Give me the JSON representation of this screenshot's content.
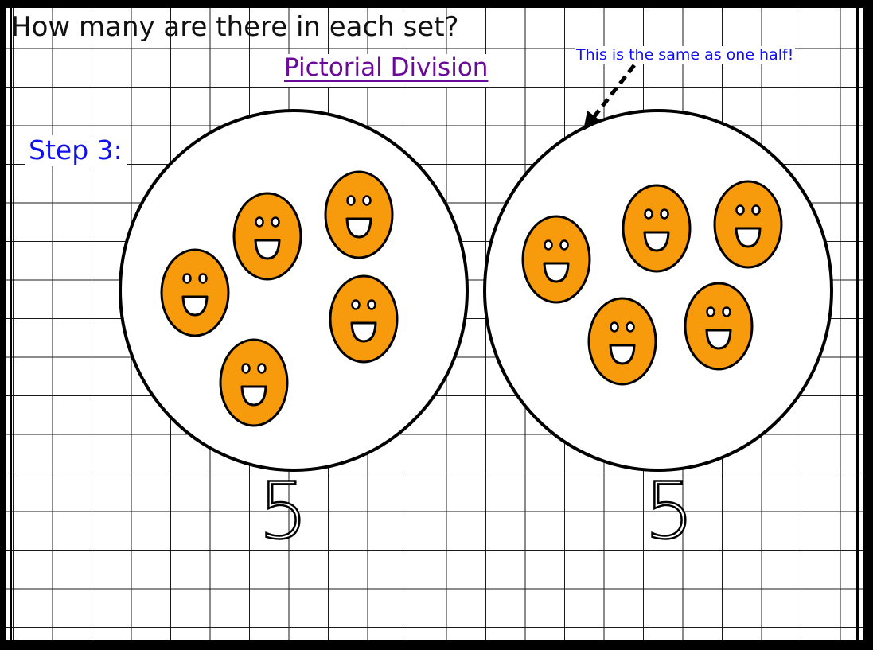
{
  "title": "Pictorial Division",
  "step_label": "Step 3:",
  "note": "This is the same as one half!",
  "question": "How many are there in each set?",
  "sets": [
    {
      "count_label": "5",
      "face_count": 5
    },
    {
      "count_label": "5",
      "face_count": 5
    }
  ],
  "colors": {
    "title": "#6a0a9a",
    "step": "#1010ee",
    "note": "#1010ee",
    "face_fill": "#f79a0c",
    "outline": "#000000",
    "grid": "#1a1a1a"
  }
}
